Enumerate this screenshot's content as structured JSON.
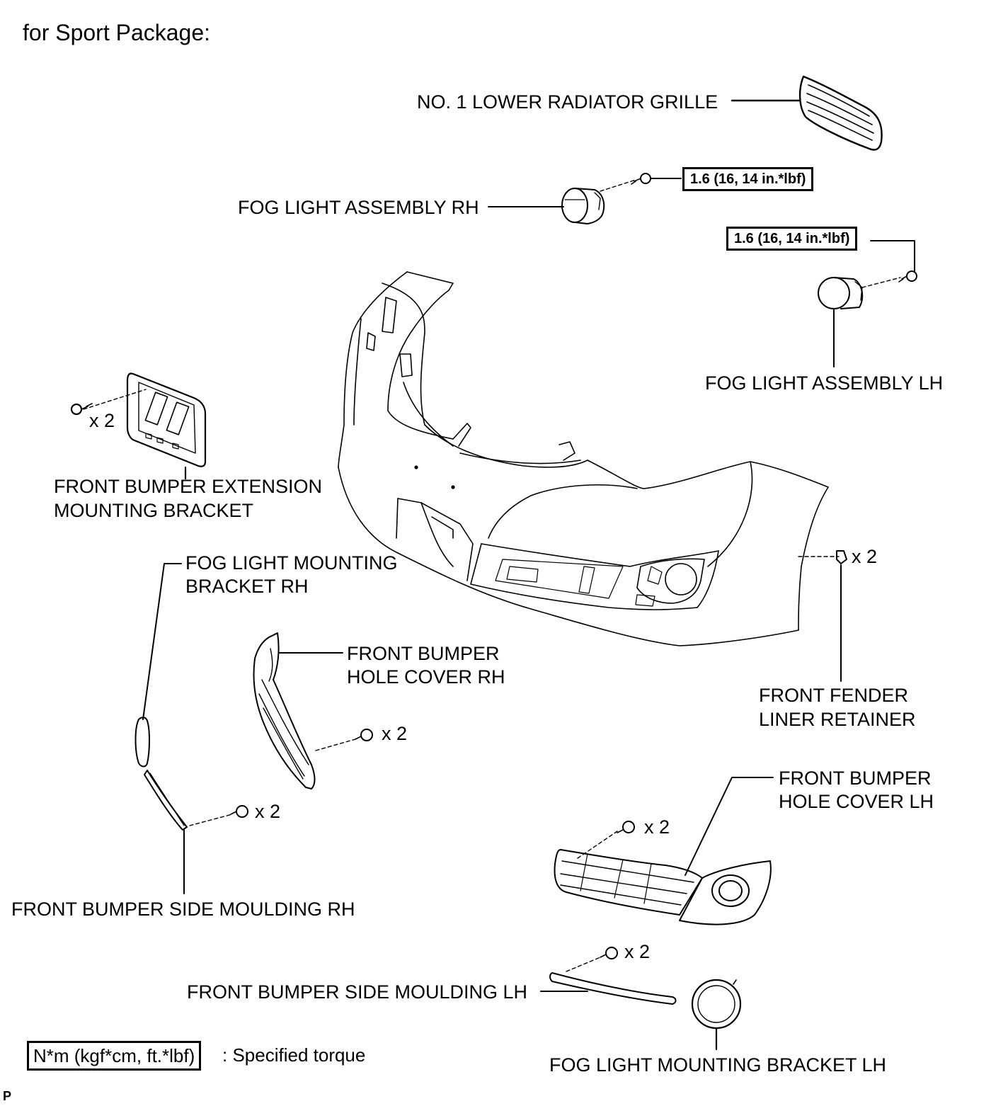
{
  "heading": "for Sport Package:",
  "labels": {
    "lower_grille": "NO. 1 LOWER RADIATOR GRILLE",
    "fog_rh": "FOG LIGHT ASSEMBLY RH",
    "fog_lh": "FOG LIGHT ASSEMBLY LH",
    "ext_bracket_1": "FRONT BUMPER EXTENSION",
    "ext_bracket_2": "MOUNTING BRACKET",
    "fog_bracket_rh_1": "FOG LIGHT MOUNTING",
    "fog_bracket_rh_2": "BRACKET RH",
    "hole_cover_rh_1": "FRONT BUMPER",
    "hole_cover_rh_2": "HOLE COVER RH",
    "fender_retainer_1": "FRONT FENDER",
    "fender_retainer_2": "LINER RETAINER",
    "hole_cover_lh_1": "FRONT BUMPER",
    "hole_cover_lh_2": "HOLE COVER LH",
    "side_moulding_rh": "FRONT BUMPER SIDE MOULDING RH",
    "side_moulding_lh": "FRONT BUMPER SIDE MOULDING LH",
    "fog_bracket_lh": "FOG LIGHT MOUNTING BRACKET LH"
  },
  "torques": {
    "fog_rh": "1.6 (16, 14 in.*lbf)",
    "fog_lh": "1.6 (16, 14 in.*lbf)"
  },
  "quantities": {
    "ext_bracket": "x 2",
    "fender_retainer": "x 2",
    "hole_cover_rh": "x 2",
    "side_moulding_rh": "x 2",
    "hole_cover_lh": "x 2",
    "side_moulding_lh": "x 2"
  },
  "legend": {
    "box": "N*m (kgf*cm, ft.*lbf)",
    "text": ": Specified torque"
  },
  "corner_mark": "P"
}
